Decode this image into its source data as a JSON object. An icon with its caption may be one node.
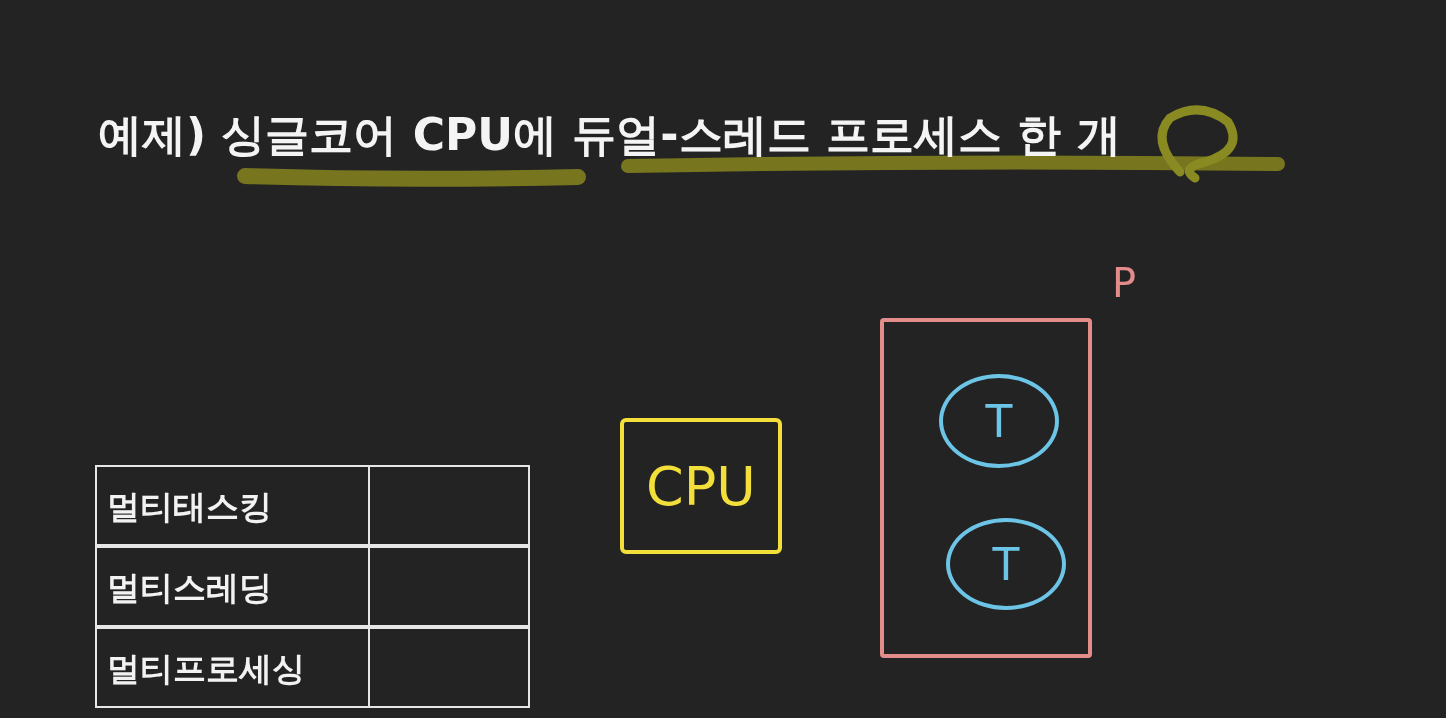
{
  "diagram": {
    "title": "예제) 싱글코어 CPU에 듀얼-스레드 프로세스 한 개",
    "nodes": [
      {
        "text": [
          "CPU"
        ]
      },
      {
        "text": [],
        "shape": "box",
        "beside": [
          "P"
        ]
      },
      {
        "text": [
          "T"
        ],
        "in": 1
      },
      {
        "text": [
          "T"
        ],
        "in": 1
      }
    ],
    "labels": [
      "멀티태스킹",
      "멀티스레딩",
      "멀티프로세싱"
    ]
  }
}
